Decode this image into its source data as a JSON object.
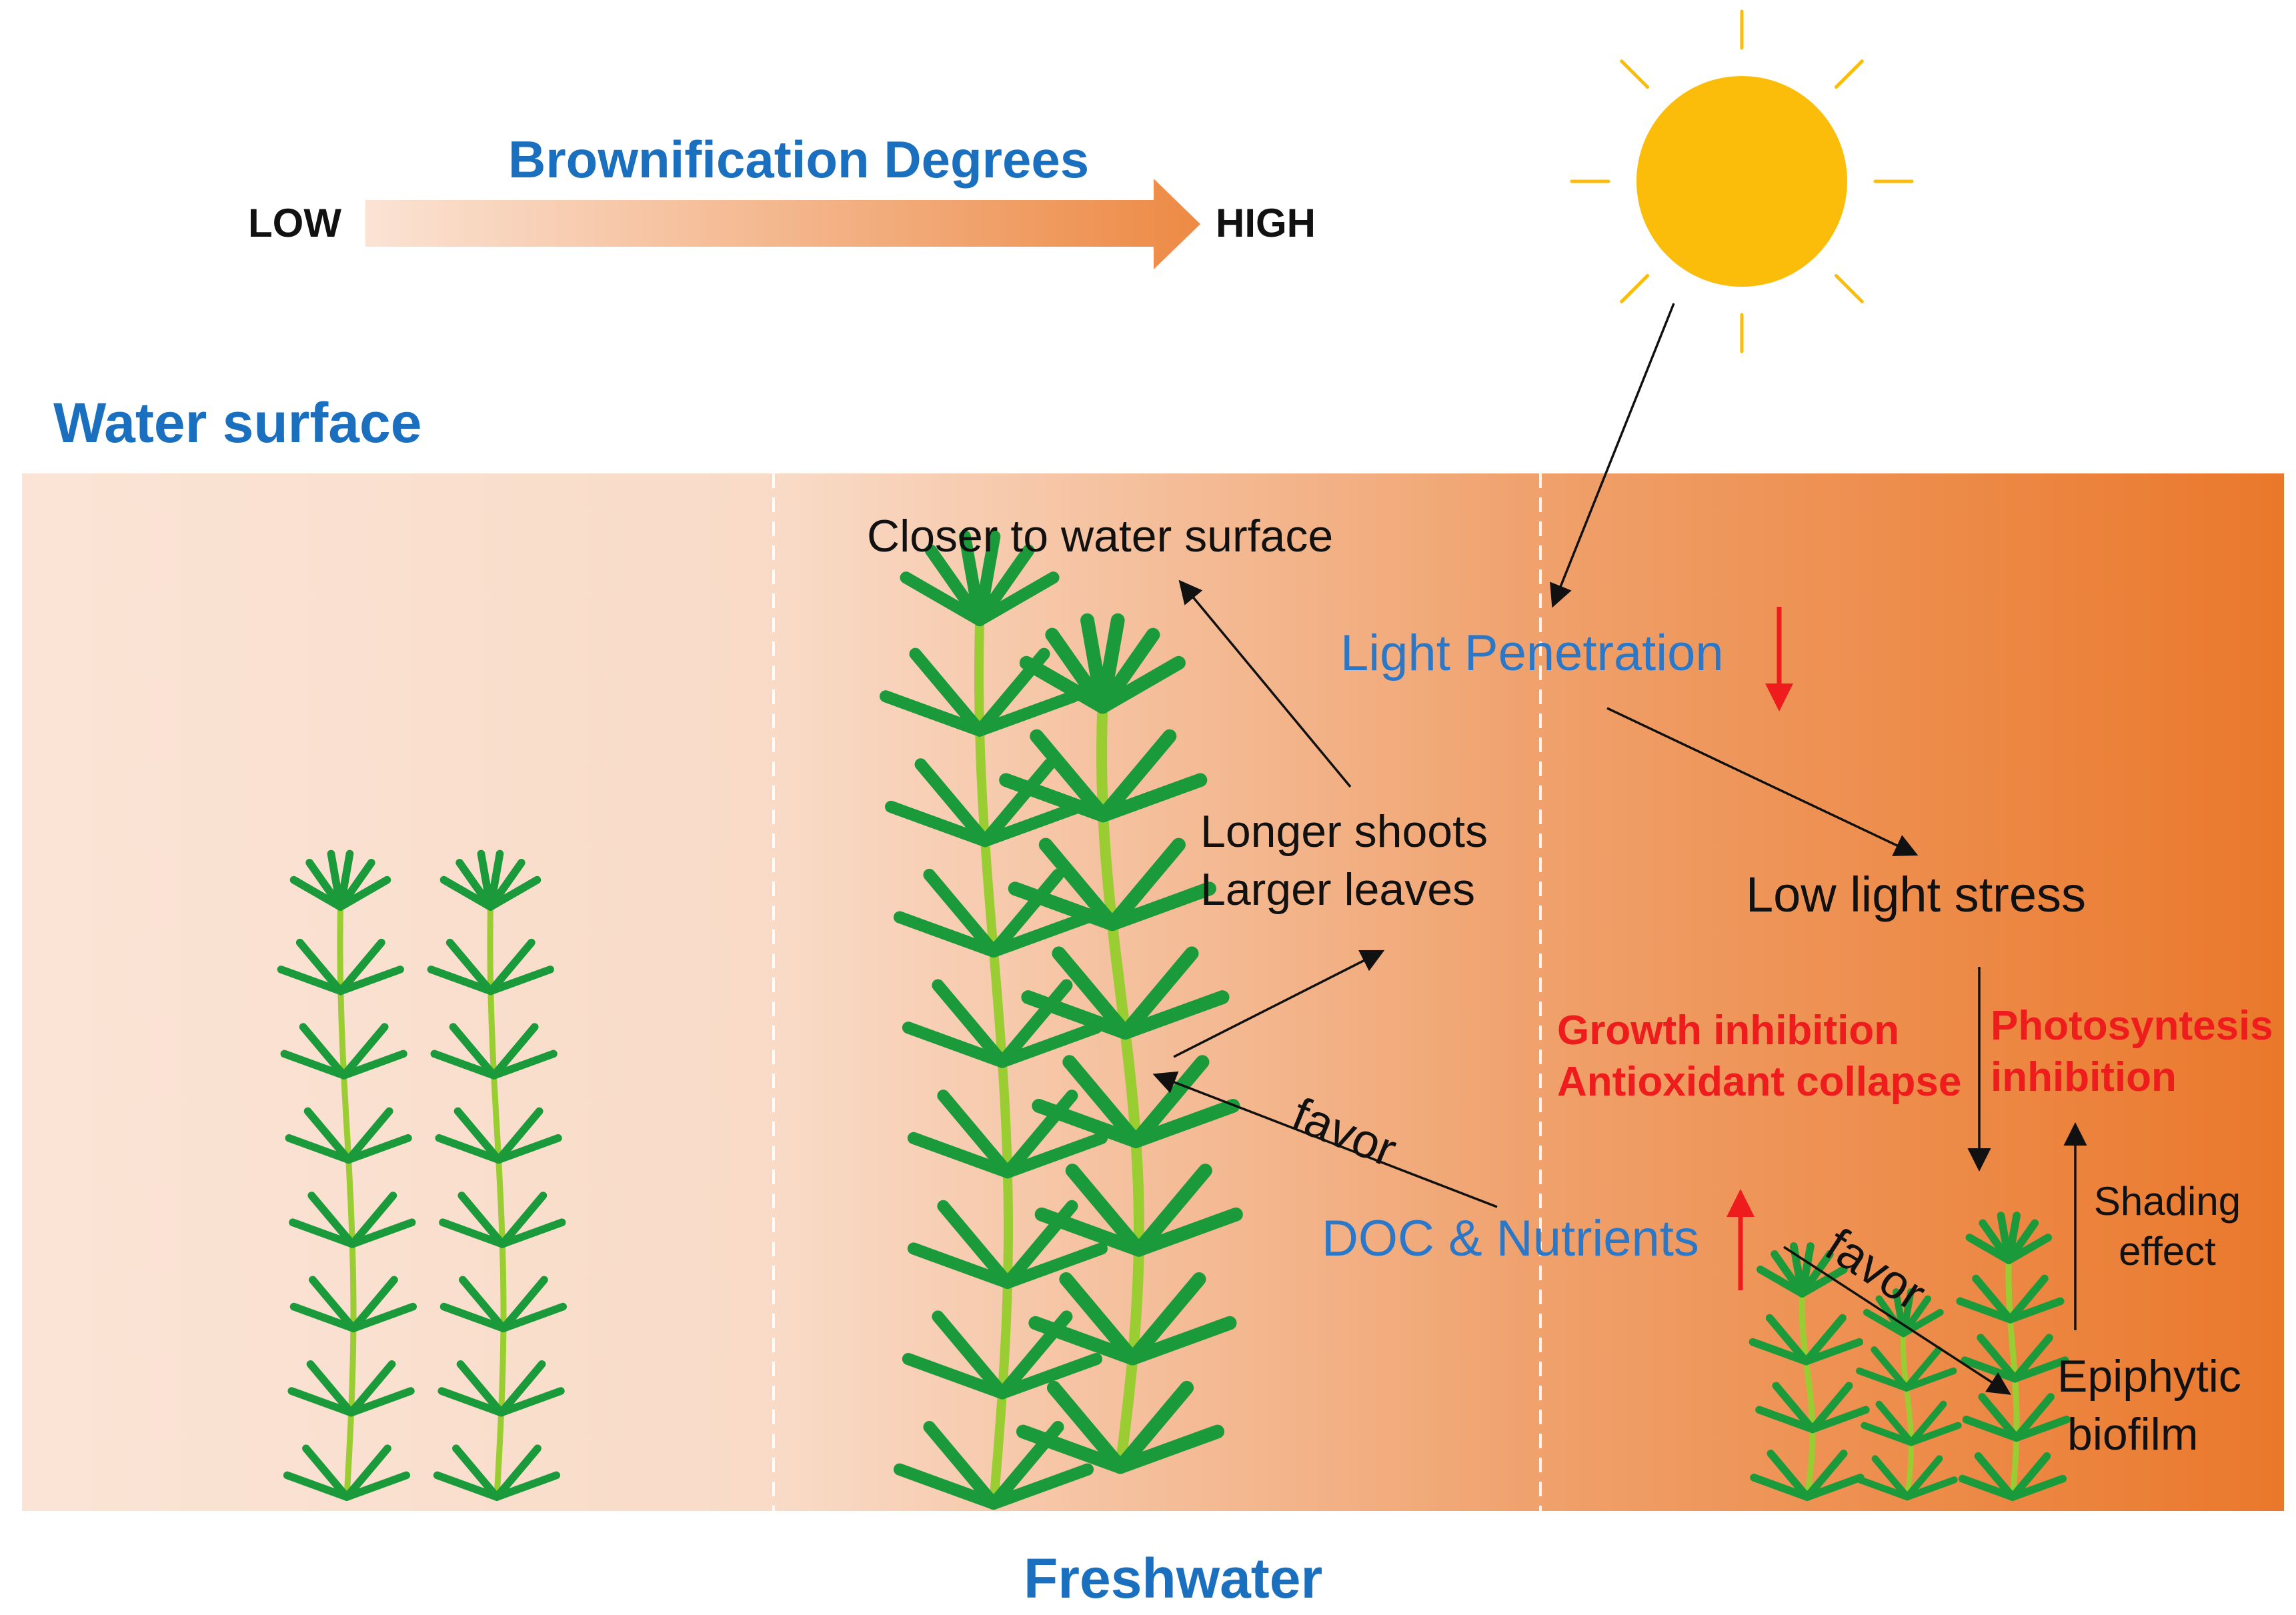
{
  "gradient_bar": {
    "title": "Brownification Degrees",
    "low_label": "LOW",
    "high_label": "HIGH"
  },
  "water_surface_label": "Water surface",
  "freshwater_label": "Freshwater",
  "labels": {
    "closer_to_surface": "Closer to water surface",
    "longer_shoots": "Longer shoots",
    "larger_leaves": "Larger leaves",
    "light_penetration": "Light Penetration",
    "low_light_stress": "Low light stress",
    "growth_inhibition": "Growth inhibition",
    "antioxidant_collapse": "Antioxidant collapse",
    "photosynthesis_line1": "Photosyntesis",
    "photosynthesis_line2": "inhibition",
    "doc_nutrients": "DOC & Nutrients",
    "favor_left": "favor",
    "favor_right": "favor",
    "shading_line1": "Shading",
    "shading_line2": "effect",
    "epiphytic_line1": "Epiphytic",
    "epiphytic_line2": "biofilm"
  },
  "colors": {
    "title_blue": "#1a6fbf",
    "text_blue": "#2b78c8",
    "inhibition_red": "#ee1c1c",
    "sun_yellow": "#fbbd09",
    "plant_dark_green": "#1a9a3a",
    "plant_stem_green": "#9acd32",
    "water_light": "#fbe3d5",
    "water_dark": "#ea7a2e"
  }
}
